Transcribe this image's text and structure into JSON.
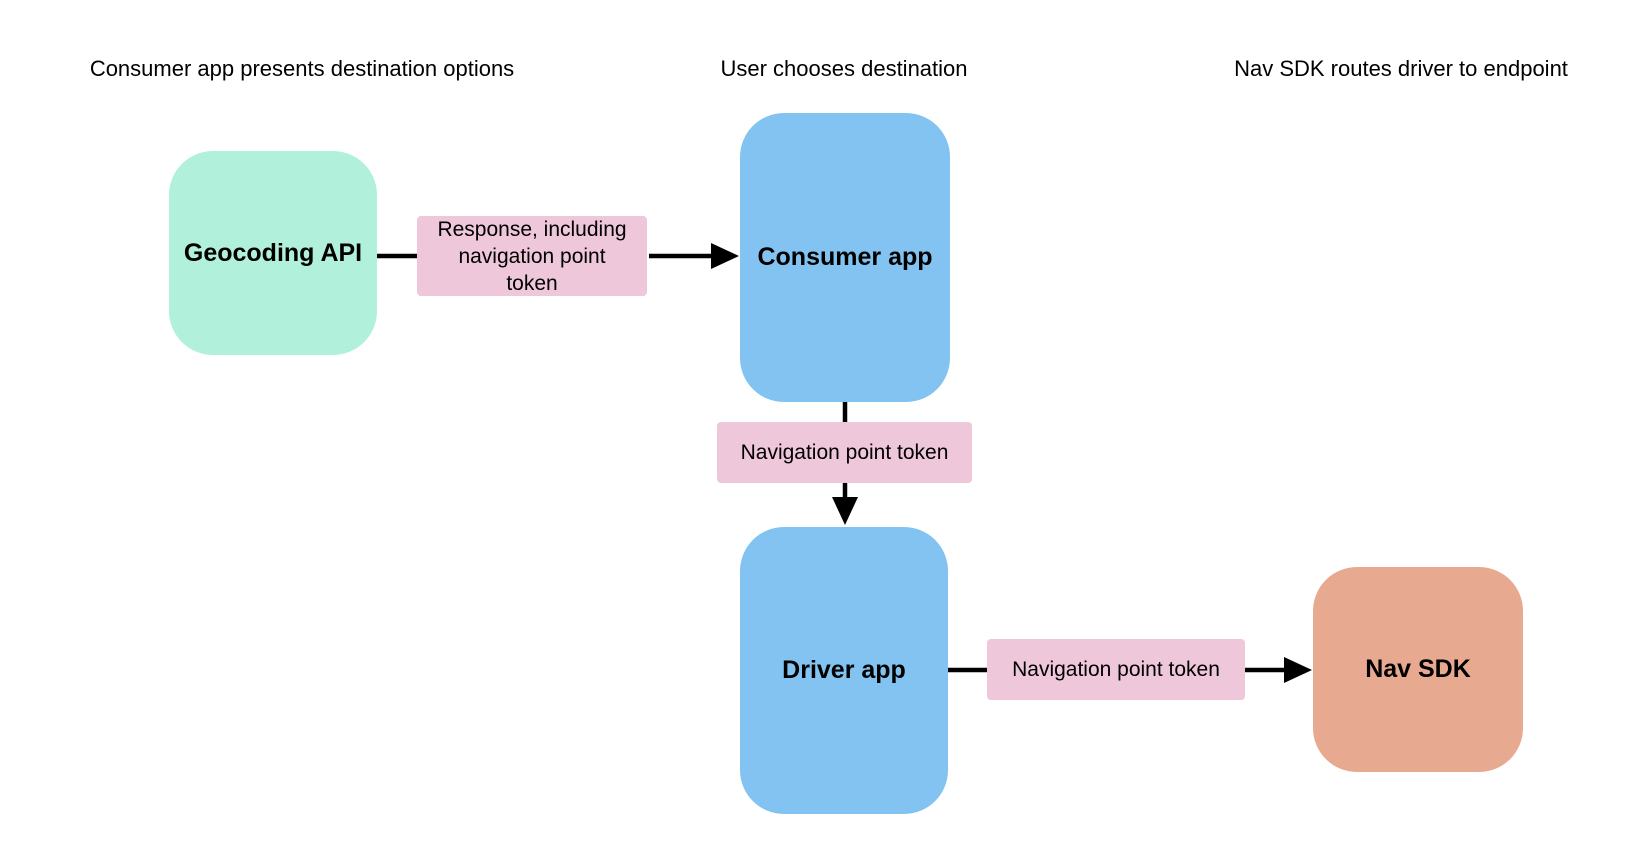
{
  "diagram": {
    "phase_headers": [
      {
        "label": "Consumer app presents destination options"
      },
      {
        "label": "User chooses destination"
      },
      {
        "label": "Nav SDK routes driver to endpoint"
      }
    ],
    "nodes": [
      {
        "id": "geocoding-api",
        "label": "Geocoding API",
        "color": "#B1F0DB"
      },
      {
        "id": "consumer-app",
        "label": "Consumer app",
        "color": "#82C3F1"
      },
      {
        "id": "driver-app",
        "label": "Driver app",
        "color": "#82C3F1"
      },
      {
        "id": "nav-sdk",
        "label": "Nav SDK",
        "color": "#E7A98F"
      }
    ],
    "edges": [
      {
        "from": "geocoding-api",
        "to": "consumer-app",
        "label": "Response, including navigation point token"
      },
      {
        "from": "consumer-app",
        "to": "driver-app",
        "label": "Navigation point token"
      },
      {
        "from": "driver-app",
        "to": "nav-sdk",
        "label": "Navigation point token"
      }
    ],
    "colors": {
      "node_green": "#B1F0DB",
      "node_blue": "#82C3F1",
      "node_orange": "#E7A98F",
      "edge_label_pink": "#EFC7DA",
      "arrow": "#000000",
      "background": "#FFFFFF"
    }
  }
}
